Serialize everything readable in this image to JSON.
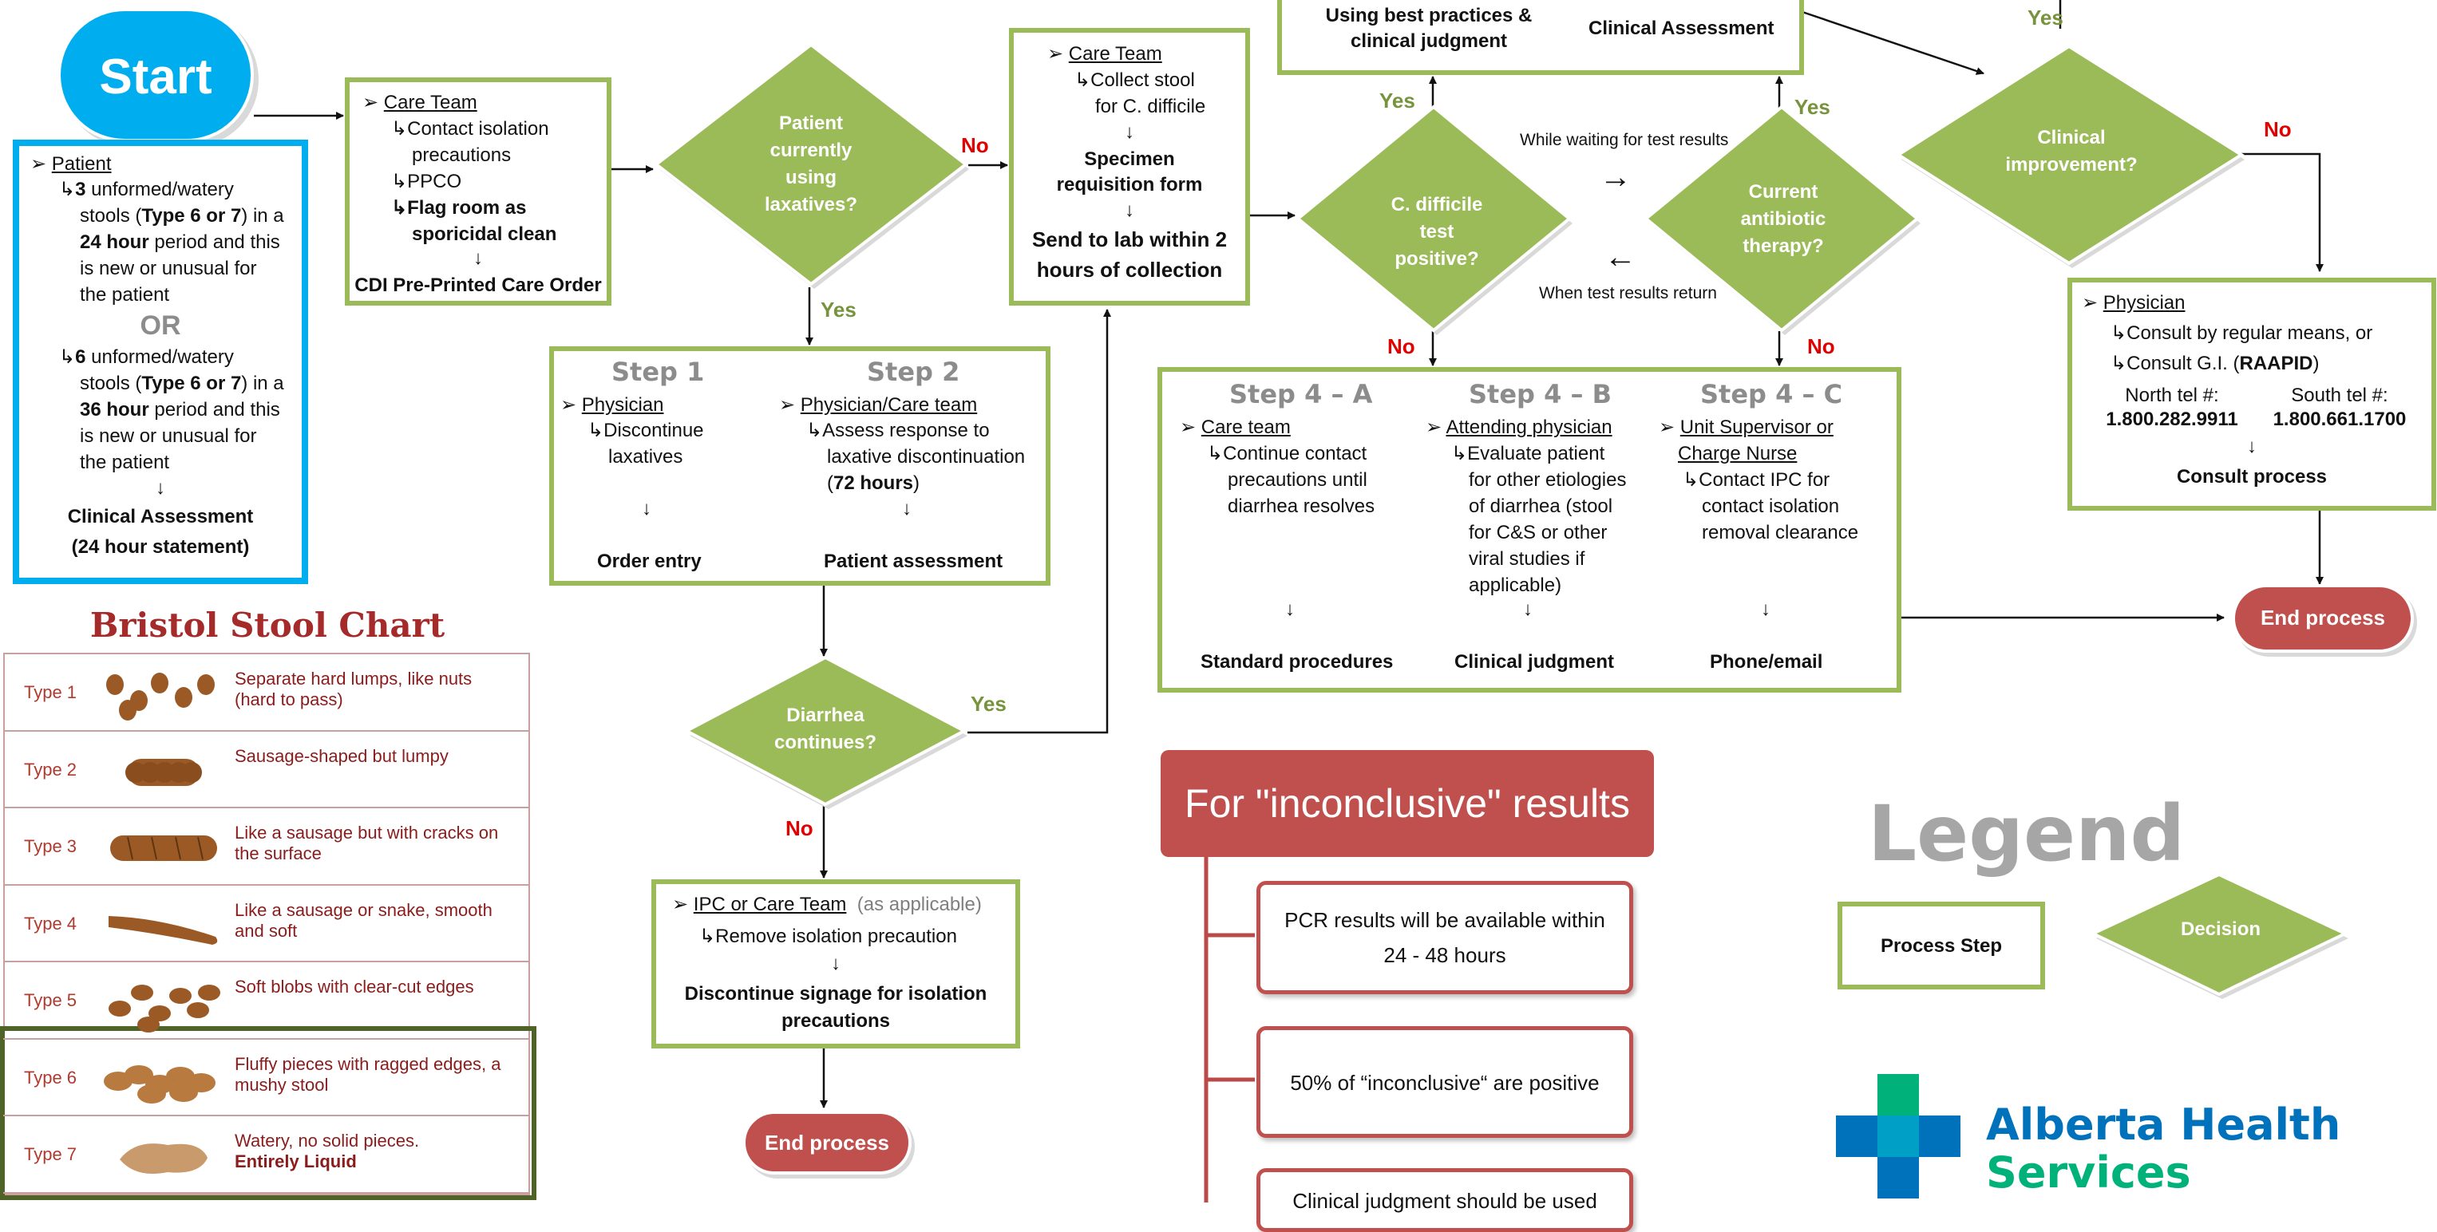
{
  "start": "Start",
  "patient": {
    "header": "Patient",
    "l1": "3 unformed/watery",
    "l1_num": "3",
    "l1_rest": " unformed/watery",
    "l2a": "stools (",
    "l2b": "Type 6 or 7",
    "l2c": ") in a",
    "l3a": "24 hour",
    "l3b": " period and this",
    "l4": "is new or unusual for",
    "l5": "the patient",
    "or": "OR",
    "m1_num": "6",
    "m1_rest": " unformed/watery",
    "m3a": "36 hour",
    "m3b": " period and this",
    "arrow": "↓",
    "footer1": "Clinical Assessment",
    "footer2": "(24 hour statement)"
  },
  "careteam1": {
    "header": "Care Team",
    "l1": "Contact isolation",
    "l2": "precautions",
    "l3": "PPCO",
    "l4": "Flag room as",
    "l5": "sporicidal clean",
    "arrow": "↓",
    "footer": "CDI Pre-Printed Care Order"
  },
  "d_laxatives": {
    "l1": "Patient",
    "l2": "currently",
    "l3": "using",
    "l4": "laxatives?"
  },
  "d_laxatives_no": "No",
  "d_laxatives_yes": "Yes",
  "careteam2": {
    "header": "Care Team",
    "l1": "Collect stool",
    "l2": "for C. difficile",
    "arrow": "↓",
    "l3": "Specimen",
    "l4": "requisition form",
    "l5": "Send to lab within 2",
    "l6": "hours of collection"
  },
  "steps12": {
    "s1": "Step 1",
    "s1_role": "Physician",
    "s1_l1": "Discontinue",
    "s1_l2": "laxatives",
    "s1_footer": "Order entry",
    "s2": "Step 2",
    "s2_role": "Physician/Care team",
    "s2_l1": "Assess response to",
    "s2_l2": "laxative discontinuation",
    "s2_l3a": "(",
    "s2_l3b": "72 hours",
    "s2_l3c": ")",
    "s2_footer": "Patient assessment",
    "arrow": "↓"
  },
  "d_diarrhea": {
    "l1": "Diarrhea",
    "l2": "continues?"
  },
  "d_diarrhea_yes": "Yes",
  "d_diarrhea_no": "No",
  "ipc": {
    "header": "IPC or Care Team",
    "header_note": "(as applicable)",
    "l1": "Remove isolation precaution",
    "arrow": "↓",
    "footer1": "Discontinue signage for isolation",
    "footer2": "precautions"
  },
  "end1": "End process",
  "top_box": {
    "l1": "Using best practices &",
    "l2": "clinical judgment",
    "right": "Clinical Assessment"
  },
  "d_cdiff": {
    "l1": "C. difficile",
    "l2": "test",
    "l3": "positive?"
  },
  "d_cdiff_yes": "Yes",
  "d_cdiff_no": "No",
  "d_antibiotic": {
    "l1": "Current",
    "l2": "antibiotic",
    "l3": "therapy?"
  },
  "d_antibiotic_yes": "Yes",
  "d_antibiotic_no": "No",
  "waiting": "While waiting for test results",
  "waiting_arrow": "→",
  "returns": "When test results return",
  "returns_arrow": "←",
  "d_clinical": {
    "l1": "Clinical",
    "l2": "improvement?"
  },
  "d_clinical_yes": "Yes",
  "d_clinical_no": "No",
  "physician_box": {
    "header": "Physician",
    "l1": "Consult by regular means, or",
    "l2a": "Consult G.I. (",
    "l2b": "RAAPID",
    "l2c": ")",
    "north_label": "North tel #:",
    "north_tel": "1.800.282.9911",
    "south_label": "South tel #:",
    "south_tel": "1.800.661.1700",
    "arrow": "↓",
    "footer": "Consult process"
  },
  "step4": {
    "a": "Step 4 – A",
    "a_role": "Care team",
    "a_l1": "Continue contact",
    "a_l2": "precautions until",
    "a_l3": "diarrhea resolves",
    "a_footer": "Standard procedures",
    "b": "Step 4 – B",
    "b_role": "Attending physician",
    "b_l1": "Evaluate patient",
    "b_l2": "for other etiologies",
    "b_l3": "of diarrhea (stool",
    "b_l4": "for C&S or other",
    "b_l5": "viral studies if",
    "b_l6": "applicable)",
    "b_footer": "Clinical judgment",
    "c": "Step 4 – C",
    "c_role1": "Unit Supervisor or",
    "c_role2": "Charge Nurse",
    "c_l1": "Contact IPC for",
    "c_l2": "contact isolation",
    "c_l3": "removal clearance",
    "c_footer": "Phone/email",
    "arrow": "↓"
  },
  "end2": "End process",
  "inconclusive": {
    "title": "For \"inconclusive\" results",
    "item1a": "PCR results will be available within",
    "item1b": "24 - 48 hours",
    "item2": "50% of “inconclusive“ are positive",
    "item3": "Clinical judgment should be used"
  },
  "bristol": {
    "title": "Bristol Stool Chart",
    "rows": [
      {
        "type": "Type 1",
        "desc": "Separate hard lumps, like nuts (hard to pass)"
      },
      {
        "type": "Type 2",
        "desc": "Sausage-shaped but lumpy"
      },
      {
        "type": "Type 3",
        "desc": "Like a sausage but with cracks on the surface"
      },
      {
        "type": "Type 4",
        "desc": "Like a sausage or snake, smooth and soft"
      },
      {
        "type": "Type 5",
        "desc": "Soft blobs with clear-cut edges"
      },
      {
        "type": "Type 6",
        "desc": "Fluffy pieces with ragged edges, a mushy stool"
      },
      {
        "type": "Type 7",
        "desc": "Watery, no solid pieces.",
        "desc_bold": "Entirely Liquid"
      }
    ]
  },
  "legend": {
    "title": "Legend",
    "process": "Process Step",
    "decision": "Decision"
  },
  "logo": {
    "l1": "Alberta Health",
    "l2": "Services"
  },
  "colors": {
    "green": "#9bbb59",
    "blue": "#00aeef",
    "red": "#c0504d",
    "gray": "#a6a6a6",
    "ahs_blue": "#0072bc",
    "ahs_green": "#00b27a"
  }
}
